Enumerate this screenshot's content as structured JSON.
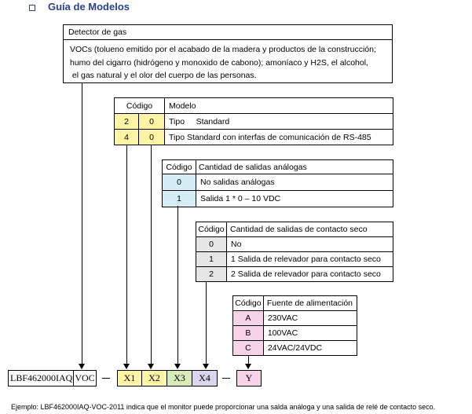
{
  "header": {
    "title": "Guía de Modelos"
  },
  "gas": {
    "title": "Detector de gas",
    "line1": "VOCs (tolueno emitido por el acabado de la madera y productos de la construcción;",
    "line2": "humo del cigarro (hidrógeno y monoxido de cabono); amoníaco y H2S, el alcohol,",
    "line3": " el gas natural y el olor del cuerpo de las personas."
  },
  "model_table": {
    "h_code": "Código",
    "h_model": "Modelo",
    "rows": [
      {
        "c1": "2",
        "c2": "0",
        "desc": "Tipo     Standard"
      },
      {
        "c1": "4",
        "c2": "0",
        "desc": "Tipo Standard con interfas de comunicación de RS-485"
      }
    ]
  },
  "analog_table": {
    "h_code": "Código",
    "h_desc": "Cantidad de salidas análogas",
    "rows": [
      {
        "code": "0",
        "desc": "No salidas análogas"
      },
      {
        "code": "1",
        "desc": "Salida 1 * 0 – 10 VDC"
      }
    ]
  },
  "contact_table": {
    "h_code": "Código",
    "h_desc": "Cantidad de salidas de contacto seco",
    "rows": [
      {
        "code": "0",
        "desc": "No"
      },
      {
        "code": "1",
        "desc": "1 Salida de relevador para contacto seco"
      },
      {
        "code": "2",
        "desc": "2 Salida de relevador para contacto seco"
      }
    ]
  },
  "power_table": {
    "h_code": "Código",
    "h_desc": "Fuente de alimentación",
    "rows": [
      {
        "code": "A",
        "desc": "230VAC"
      },
      {
        "code": "B",
        "desc": "100VAC"
      },
      {
        "code": "C",
        "desc": "24VAC/24VDC"
      }
    ]
  },
  "model_string": {
    "base": "LBF462000IAQ",
    "suffix": "VOC",
    "x1": "X1",
    "x2": "X2",
    "x3": "X3",
    "x4": "X4",
    "y": "Y"
  },
  "example": "Ejemplo: LBF462000IAQ-VOC-2011 indica que el monitor puede proporcionar una salda análoga y una salida de relé de contacto seco.",
  "colors": {
    "yellow": "#fdf4a6",
    "blue": "#d5eef5",
    "green": "#d7ecb9",
    "lavender": "#d9d6ee",
    "pink": "#f6d3e6",
    "gray": "#e6e6e6",
    "title": "#2a3f8f"
  }
}
